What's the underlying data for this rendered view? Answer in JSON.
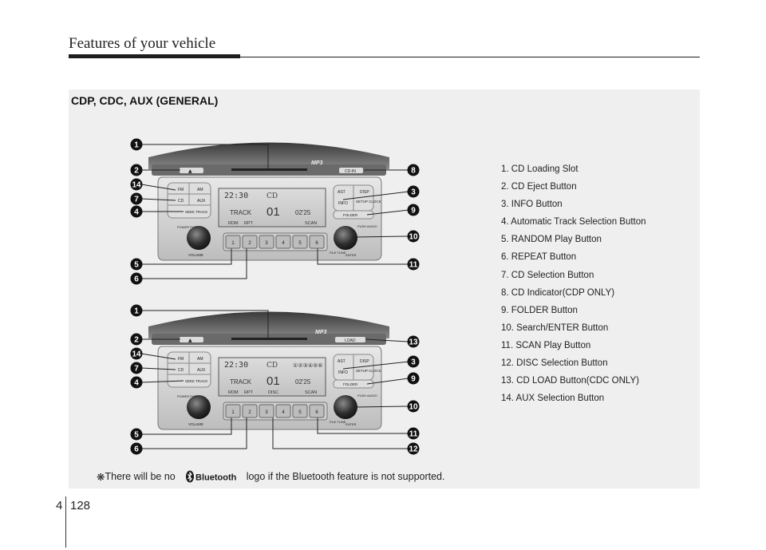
{
  "header": {
    "title": "Features of your vehicle"
  },
  "section": {
    "title": "CDP, CDC, AUX (GENERAL)"
  },
  "legend": [
    "1. CD Loading Slot",
    "2. CD Eject Button",
    "3. INFO Button",
    "4. Automatic Track Selection Button",
    "5. RANDOM Play Button",
    "6. REPEAT Button",
    "7. CD Selection Button",
    "8. CD Indicator(CDP ONLY)",
    "9. FOLDER Button",
    "10. Search/ENTER Button",
    "11. SCAN Play Button",
    "12. DISC Selection Button",
    "13. CD LOAD Button(CDC ONLY)",
    "14. AUX Selection Button"
  ],
  "unit_top": {
    "clock": "22:30",
    "mode": "CD",
    "track_label": "TRACK",
    "track": "01",
    "time": "02'25",
    "rdm": "RDM",
    "rpt": "RPT",
    "scan": "SCAN",
    "fm": "FM",
    "am": "AM",
    "cd": "CD",
    "aux": "AUX",
    "seek": "SEEK TRACK",
    "ast": "AST",
    "disp": "DISP",
    "info": "INFO",
    "setup": "SETUP CLOCK",
    "folder": "FOLDER",
    "power": "POWER PUSH",
    "volume": "VOLUME",
    "push": "PUSH AUDIO",
    "file": "FILE TUNE",
    "enter": "ENTER",
    "presets": [
      "1",
      "2",
      "3",
      "4",
      "5",
      "6"
    ],
    "logo": "MP3",
    "indicator": "CD-IN"
  },
  "unit_bottom": {
    "clock": "22:30",
    "mode": "CD",
    "track_label": "TRACK",
    "track": "01",
    "time": "02'25",
    "rdm": "RDM",
    "rpt": "RPT",
    "disc": "DISC",
    "scan": "SCAN",
    "discs": "①②③④⑤⑥",
    "fm": "FM",
    "am": "AM",
    "cd": "CD",
    "aux": "AUX",
    "seek": "SEEK TRACK",
    "ast": "AST",
    "disp": "DISP",
    "info": "INFO",
    "setup": "SETUP CLOCK",
    "folder": "FOLDER",
    "power": "POWER PUSH",
    "volume": "VOLUME",
    "push": "PUSH AUDIO",
    "file": "FILE TUNE",
    "enter": "ENTER",
    "presets": [
      "1",
      "2",
      "3",
      "4",
      "5",
      "6"
    ],
    "logo": "MP3",
    "load": "LOAD"
  },
  "callouts_top_left": [
    "1",
    "2",
    "14",
    "7",
    "4",
    "5",
    "6"
  ],
  "callouts_top_right": [
    "8",
    "3",
    "9",
    "10",
    "11"
  ],
  "callouts_bottom_left": [
    "1",
    "2",
    "14",
    "7",
    "4",
    "5",
    "6"
  ],
  "callouts_bottom_right": [
    "13",
    "3",
    "9",
    "10",
    "11",
    "12"
  ],
  "footnote": {
    "symbol": "❋",
    "before": "There will be no",
    "logo_text": "Bluetooth",
    "after": "logo if the Bluetooth feature is not supported."
  },
  "footer": {
    "section": "4",
    "page": "128"
  }
}
